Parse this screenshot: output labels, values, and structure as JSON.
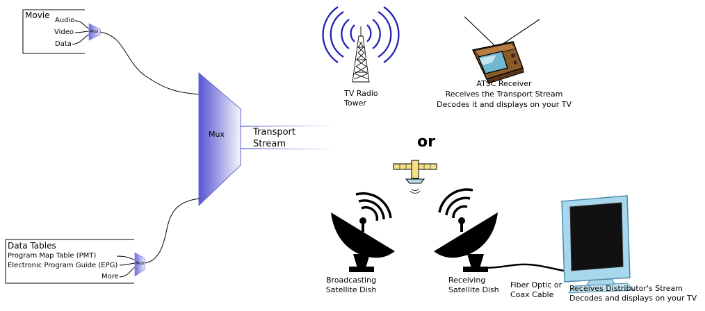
{
  "movie_box": {
    "title": "Movie",
    "inputs": [
      "Audio",
      "Video",
      "Data"
    ],
    "mux_label": "Mux"
  },
  "data_tables_box": {
    "title": "Data Tables",
    "inputs": [
      "Program Map Table (PMT)",
      "Electronic Program Guide (EPG)",
      "More"
    ],
    "mux_label": "Mux"
  },
  "main_mux": {
    "label": "Mux",
    "output_line1": "Transport",
    "output_line2": "Stream"
  },
  "tv_tower": {
    "line1": "TV Radio",
    "line2": "Tower"
  },
  "atsc_receiver": {
    "line1": "ATSC Receiver",
    "line2": "Receives the Transport Stream",
    "line3": "Decodes it and displays on your TV"
  },
  "or_label": "or",
  "broadcast_dish": {
    "line1": "Broadcasting",
    "line2": "Satellite Dish"
  },
  "receive_dish": {
    "line1": "Receiving",
    "line2": "Satellite Dish"
  },
  "cable": {
    "line1": "Fiber Optic or",
    "line2": "Coax Cable"
  },
  "monitor": {
    "line1": "Receives Distributor's Stream",
    "line2": "Decodes and displays on your TV"
  },
  "colors": {
    "mux_blue": "#5b5bd6",
    "line_blue": "#7373dd",
    "screen_frame": "#a8d8ec"
  }
}
